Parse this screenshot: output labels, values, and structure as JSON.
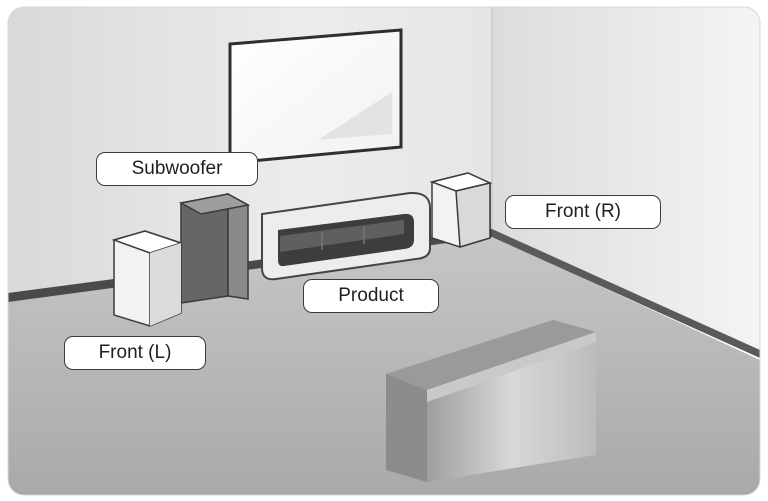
{
  "labels": {
    "subwoofer": "Subwoofer",
    "front_right": "Front (R)",
    "product": "Product",
    "front_left": "Front (L)"
  },
  "colors": {
    "background": "#ffffff",
    "back_wall": "#e2e2e2",
    "side_wall": "#eeeeee",
    "floor": "#b9b9b9",
    "label_border": "#3b3b3b"
  }
}
